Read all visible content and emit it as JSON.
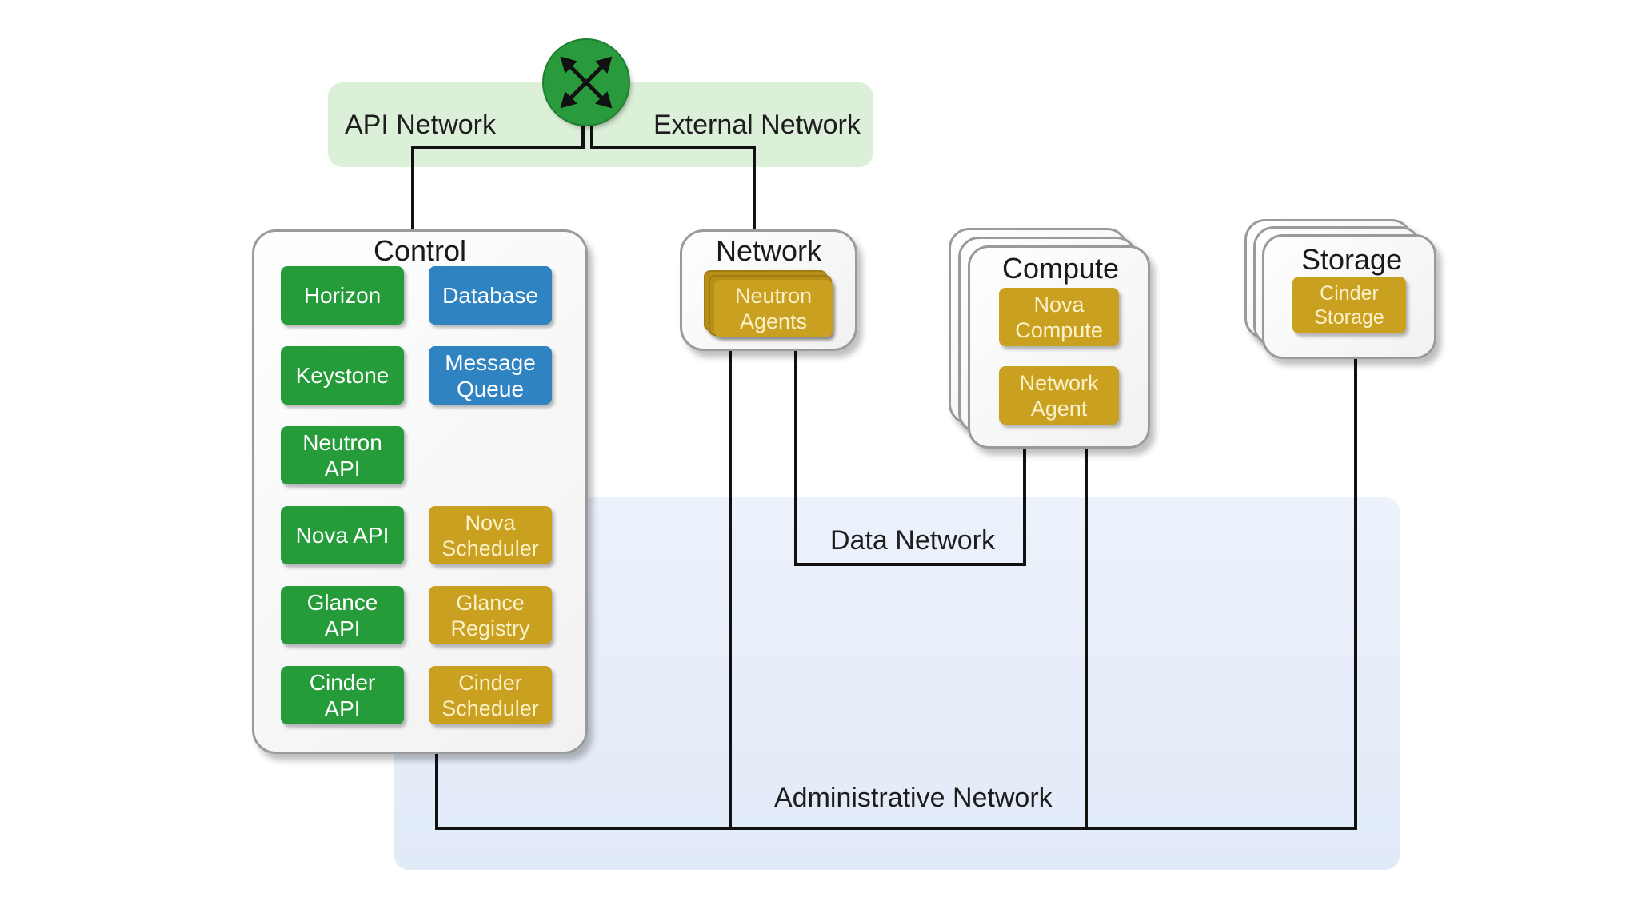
{
  "networks": {
    "api": "API Network",
    "external": "External Network",
    "data": "Data Network",
    "admin": "Administrative Network"
  },
  "router": {
    "icon": "router-cross-arrows-icon"
  },
  "nodes": {
    "control": {
      "title": "Control",
      "services": [
        {
          "label": "Horizon",
          "color": "green"
        },
        {
          "label": "Database",
          "color": "blue"
        },
        {
          "label": "Keystone",
          "color": "green"
        },
        {
          "label": "Message\nQueue",
          "color": "blue"
        },
        {
          "label": "Neutron\nAPI",
          "color": "green"
        },
        {
          "label": "Nova API",
          "color": "green"
        },
        {
          "label": "Nova\nScheduler",
          "color": "gold"
        },
        {
          "label": "Glance\nAPI",
          "color": "green"
        },
        {
          "label": "Glance\nRegistry",
          "color": "gold"
        },
        {
          "label": "Cinder\nAPI",
          "color": "green"
        },
        {
          "label": "Cinder\nScheduler",
          "color": "gold"
        }
      ]
    },
    "network": {
      "title": "Network",
      "services": [
        {
          "label": "Neutron\nAgents",
          "color": "gold"
        }
      ]
    },
    "compute": {
      "title": "Compute",
      "services": [
        {
          "label": "Nova\nCompute",
          "color": "gold"
        },
        {
          "label": "Network\nAgent",
          "color": "gold"
        }
      ]
    },
    "storage": {
      "title": "Storage",
      "services": [
        {
          "label": "Cinder\nStorage",
          "color": "gold"
        }
      ]
    }
  },
  "colors": {
    "green": "#269b3a",
    "blue": "#2e83c0",
    "gold": "#caa021",
    "api_zone": "#dcefd8",
    "admin_zone": "#e3ecf8",
    "wire": "#111111"
  }
}
